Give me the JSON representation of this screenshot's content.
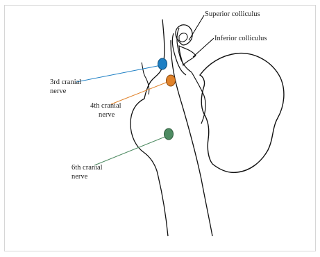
{
  "labels": {
    "superior_colliculus": "Superior colliculus",
    "inferior_colliculus": "Inferior colliculus",
    "third_nerve_line1": "3rd cranial",
    "third_nerve_line2": "nerve",
    "fourth_nerve_line1": "4th cranial",
    "fourth_nerve_line2": "nerve",
    "sixth_nerve_line1": "6th cranial",
    "sixth_nerve_line2": "nerve"
  },
  "colors": {
    "third_nerve": "#1d7fc4",
    "fourth_nerve": "#e0822a",
    "sixth_nerve": "#4e8b62",
    "outline": "#111111",
    "leader_line": "#000000"
  }
}
